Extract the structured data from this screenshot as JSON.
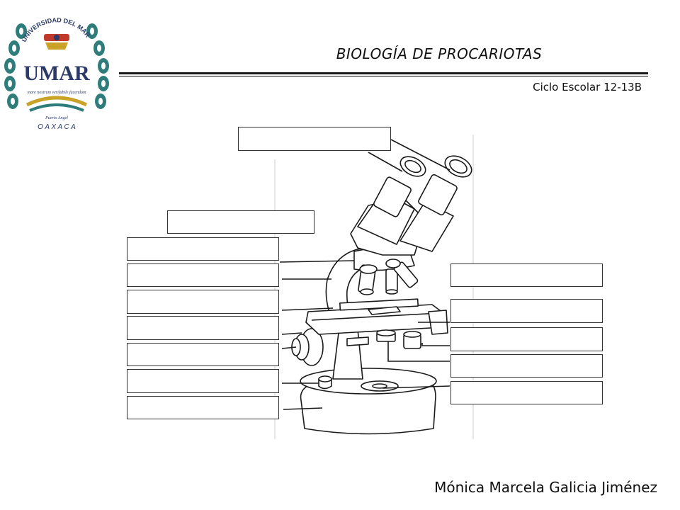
{
  "header": {
    "title": "BIOLOGÍA DE PROCARIOTAS",
    "cycle": "Ciclo Escolar 12-13B"
  },
  "logo": {
    "arc_text": "UNIVERSIDAD DEL MAR",
    "initials": "UMAR",
    "motto": "mare nostrum verifabile facendum",
    "place": "Puerto Angel",
    "state": "O A X A C A",
    "colors": {
      "teal": "#2f7d7a",
      "red": "#c0392b",
      "gold": "#c9a227",
      "navy": "#2b3a67"
    }
  },
  "footer": {
    "author": "Mónica Marcela Galicia Jiménez"
  },
  "diagram": {
    "subject": "microscope",
    "label_boxes": [
      {
        "name": "label-box-top",
        "text": ""
      },
      {
        "name": "label-box-upper-left",
        "text": ""
      },
      {
        "name": "label-box-left-1",
        "text": ""
      },
      {
        "name": "label-box-left-2",
        "text": ""
      },
      {
        "name": "label-box-left-3",
        "text": ""
      },
      {
        "name": "label-box-left-4",
        "text": ""
      },
      {
        "name": "label-box-left-5",
        "text": ""
      },
      {
        "name": "label-box-left-6",
        "text": ""
      },
      {
        "name": "label-box-left-7",
        "text": ""
      },
      {
        "name": "label-box-right-1",
        "text": ""
      },
      {
        "name": "label-box-right-2",
        "text": ""
      },
      {
        "name": "label-box-right-3",
        "text": ""
      },
      {
        "name": "label-box-right-4",
        "text": ""
      },
      {
        "name": "label-box-right-5",
        "text": ""
      }
    ]
  }
}
